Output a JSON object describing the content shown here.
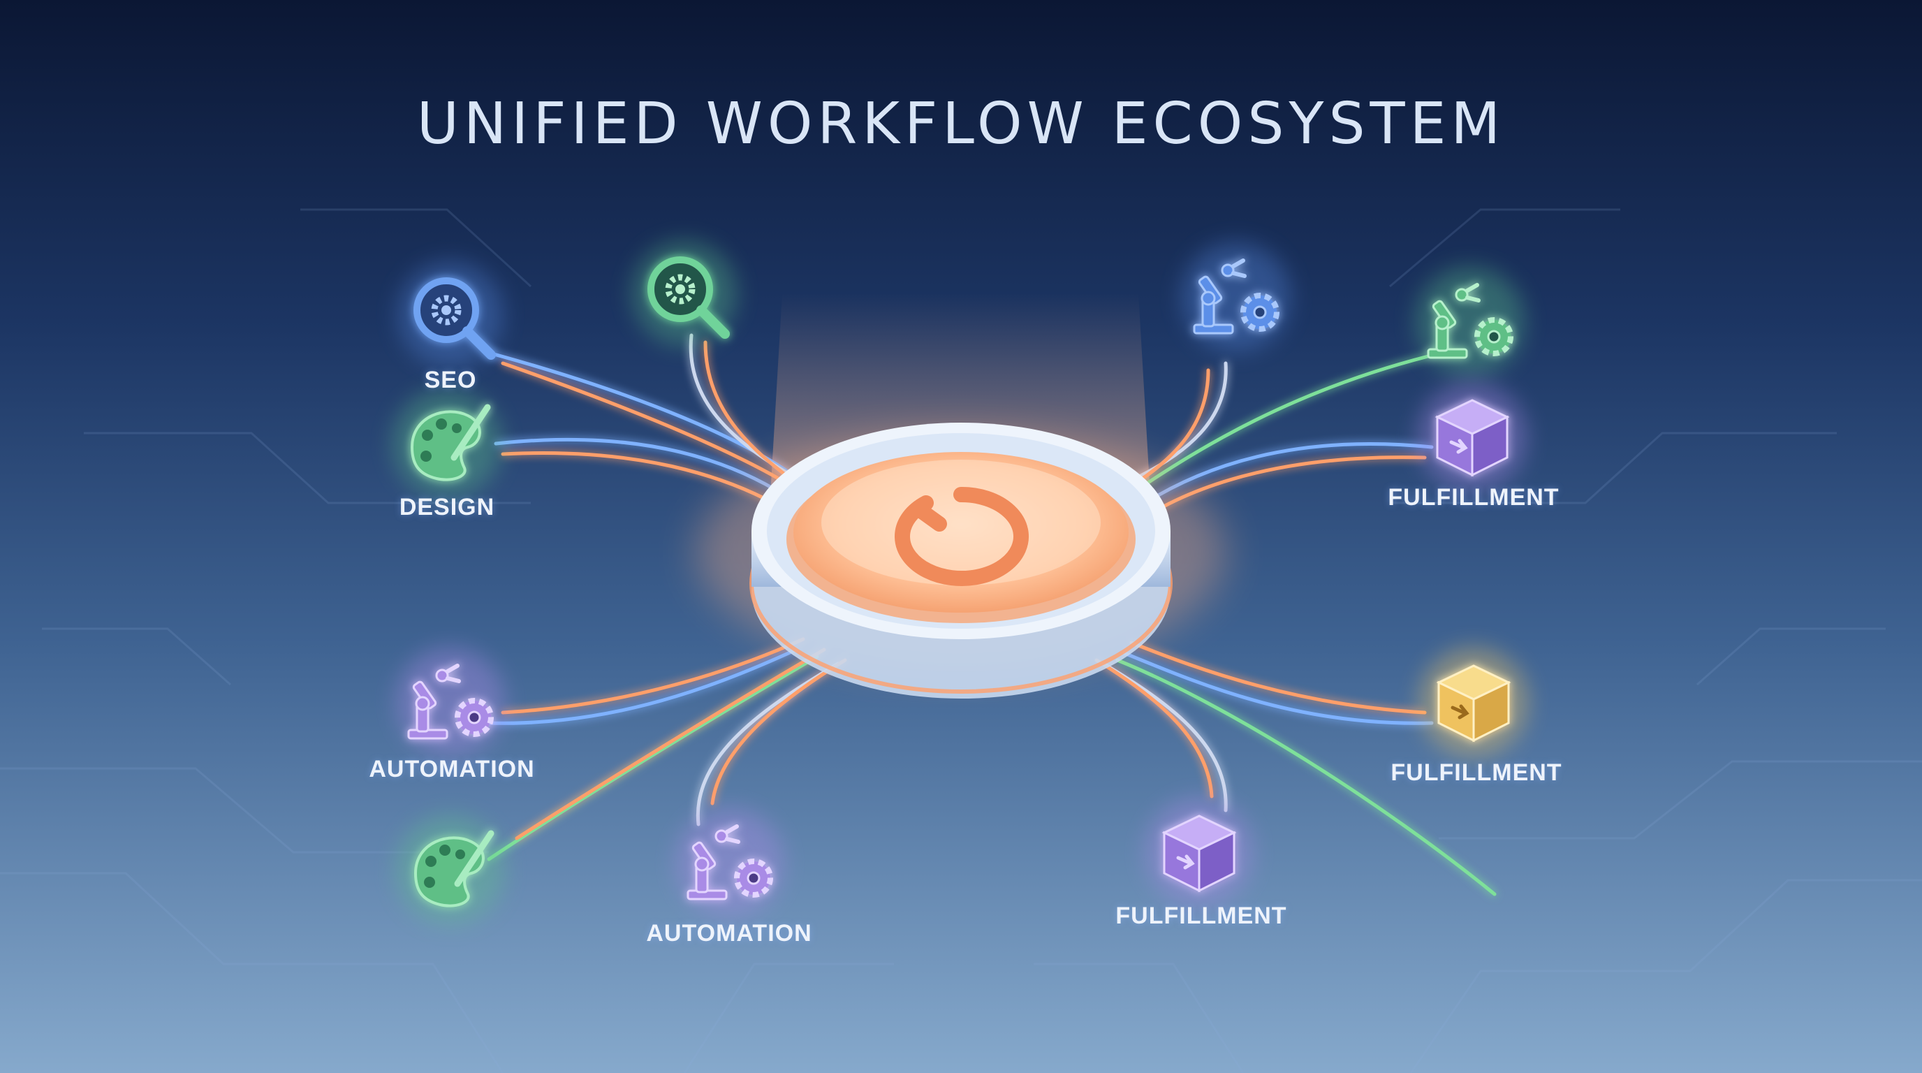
{
  "title": "UNIFIED WORKFLOW ECOSYSTEM",
  "hub": {
    "icon": "power-icon"
  },
  "colors": {
    "background_top": "#0b1734",
    "background_bottom": "#86a9cc",
    "hub_glow": "#ffb48a",
    "connector_orange": "#ff9f6b",
    "connector_blue": "#7fb2ff",
    "connector_green": "#7ee09a",
    "icon_blue": "#5b8fe8",
    "icon_green": "#62c98b",
    "icon_purple": "#a98be6",
    "icon_yellow": "#f2c766"
  },
  "nodes": [
    {
      "name": "seo",
      "label": "SEO",
      "icon": "magnifier-gear-icon",
      "color": "blue"
    },
    {
      "name": "seo-unlabeled",
      "label": "",
      "icon": "magnifier-gear-icon",
      "color": "green"
    },
    {
      "name": "design",
      "label": "DESIGN",
      "icon": "palette-icon",
      "color": "green"
    },
    {
      "name": "automation-top",
      "label": "",
      "icon": "robot-arm-gear-icon",
      "color": "blue"
    },
    {
      "name": "automation-top-right",
      "label": "",
      "icon": "robot-arm-gear-icon",
      "color": "green"
    },
    {
      "name": "fulfillment-top",
      "label": "FULFILLMENT",
      "icon": "package-box-icon",
      "color": "purple"
    },
    {
      "name": "automation-left",
      "label": "AUTOMATION",
      "icon": "robot-arm-gear-icon",
      "color": "purple"
    },
    {
      "name": "design-unlabeled",
      "label": "",
      "icon": "palette-icon",
      "color": "green"
    },
    {
      "name": "automation-bottom",
      "label": "AUTOMATION",
      "icon": "robot-arm-gear-icon",
      "color": "purple"
    },
    {
      "name": "fulfillment-bottom",
      "label": "FULFILLMENT",
      "icon": "package-box-icon",
      "color": "purple"
    },
    {
      "name": "fulfillment-right",
      "label": "FULFILLMENT",
      "icon": "package-box-icon",
      "color": "yellow"
    }
  ]
}
